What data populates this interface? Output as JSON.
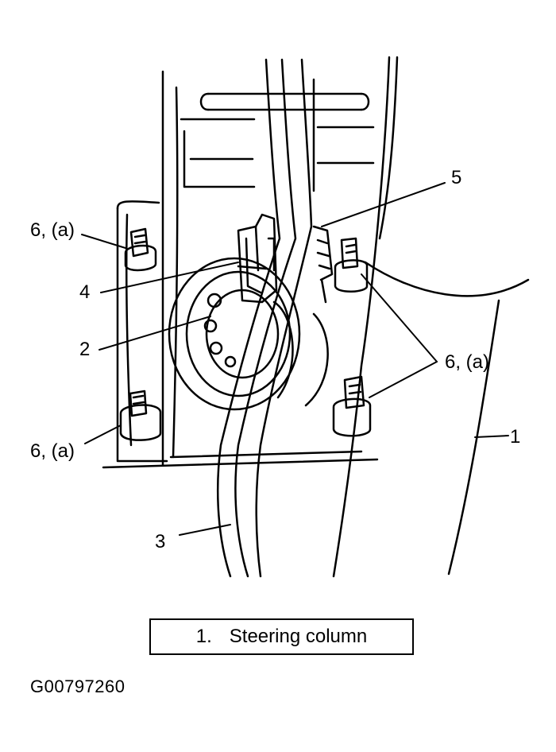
{
  "callouts": {
    "c1": "1",
    "c2": "2",
    "c3": "3",
    "c4": "4",
    "c5": "5",
    "c6_top_left": "6, (a)",
    "c6_bottom_left": "6, (a)",
    "c6_right": "6, (a)"
  },
  "legend": {
    "number": "1.",
    "label": "Steering column"
  },
  "figure_id": "G00797260"
}
